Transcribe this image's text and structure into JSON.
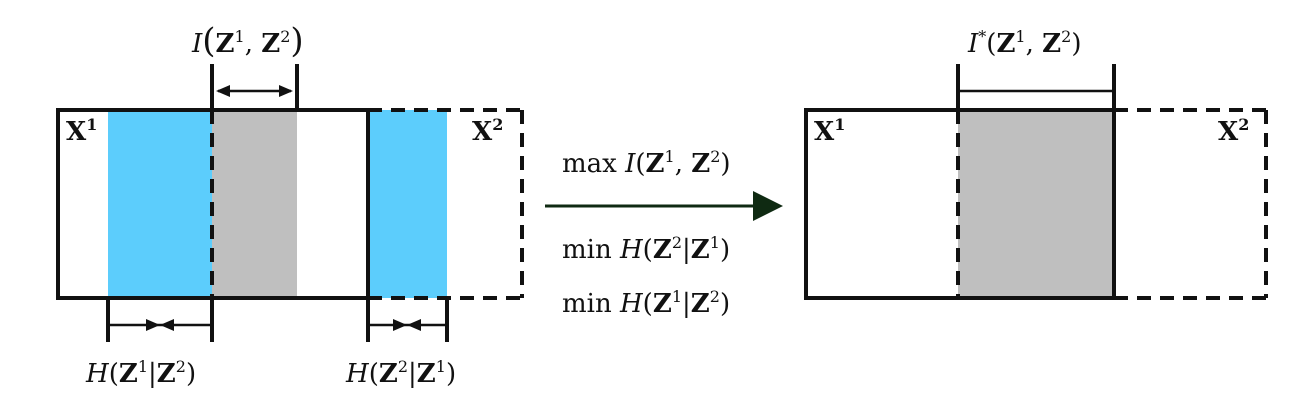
{
  "colors": {
    "conditional_region": "#5ccdfc",
    "mutual_region": "#bfbfbf",
    "stroke": "#111111",
    "arrow": "#0f2a12"
  },
  "left_panel": {
    "view1_label": {
      "base": "X",
      "sup": "1"
    },
    "view2_label": {
      "base": "X",
      "sup": "2"
    },
    "mutual_info_label": {
      "pre": "I",
      "z": "Z",
      "s1": "1",
      "comma": ", ",
      "s2": "2"
    },
    "cond1_label": {
      "pre": "H(",
      "z": "Z",
      "s1": "1",
      "bar": "|",
      "s2": "2",
      "post": ")"
    },
    "cond2_label": {
      "pre": "H(",
      "z": "Z",
      "s1": "2",
      "bar": "|",
      "s2": "1",
      "post": ")"
    }
  },
  "middle": {
    "objective_max": {
      "op": "max ",
      "pre": "I(",
      "z": "Z",
      "s1": "1",
      "comma": ", ",
      "s2": "2",
      "post": ")"
    },
    "objective_min1": {
      "op": "min ",
      "pre": "H(",
      "z": "Z",
      "s1": "2",
      "bar": "|",
      "s2": "1",
      "post": ")"
    },
    "objective_min2": {
      "op": "min ",
      "pre": "H(",
      "z": "Z",
      "s1": "1",
      "bar": "|",
      "s2": "2",
      "post": ")"
    }
  },
  "right_panel": {
    "view1_label": {
      "base": "X",
      "sup": "1"
    },
    "view2_label": {
      "base": "X",
      "sup": "2"
    },
    "optimal_mi_label": {
      "pre": "I",
      "star": "*",
      "open": "(",
      "z": "Z",
      "s1": "1",
      "comma": ", ",
      "s2": "2",
      "post": ")"
    }
  }
}
